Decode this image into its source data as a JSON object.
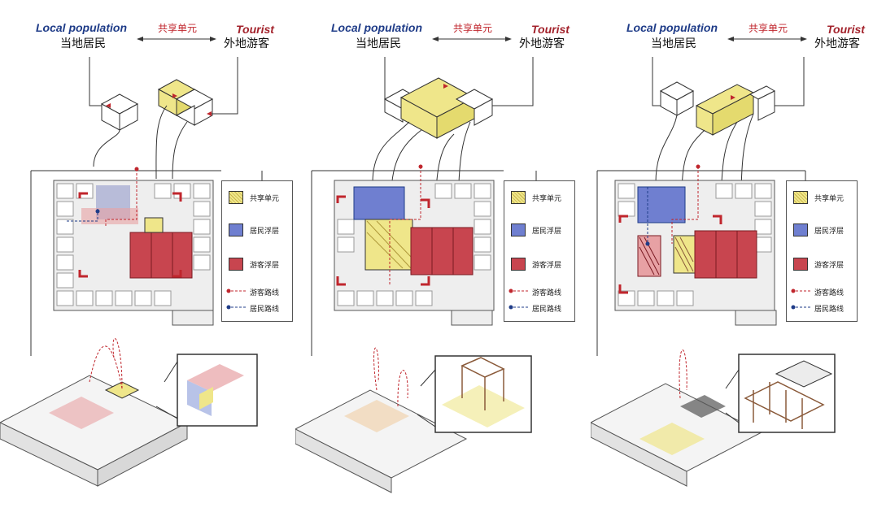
{
  "header": {
    "local_en": "Local population",
    "local_cn": "当地居民",
    "shared_cn": "共享单元",
    "tourist_en": "Tourist",
    "tourist_cn": "外地游客"
  },
  "legend": {
    "shared_unit": "共享单元",
    "resident_layer": "居民浮层",
    "tourist_layer": "游客浮层",
    "tourist_route": "游客路线",
    "resident_route": "居民路线"
  },
  "colors": {
    "shared": "#efe68a",
    "resident": "#6f7fd0",
    "tourist": "#c8454f",
    "red_route": "#c0262d",
    "blue_route": "#1f3c88"
  },
  "panels": [
    {
      "id": "scheme-1"
    },
    {
      "id": "scheme-2"
    },
    {
      "id": "scheme-3"
    }
  ]
}
